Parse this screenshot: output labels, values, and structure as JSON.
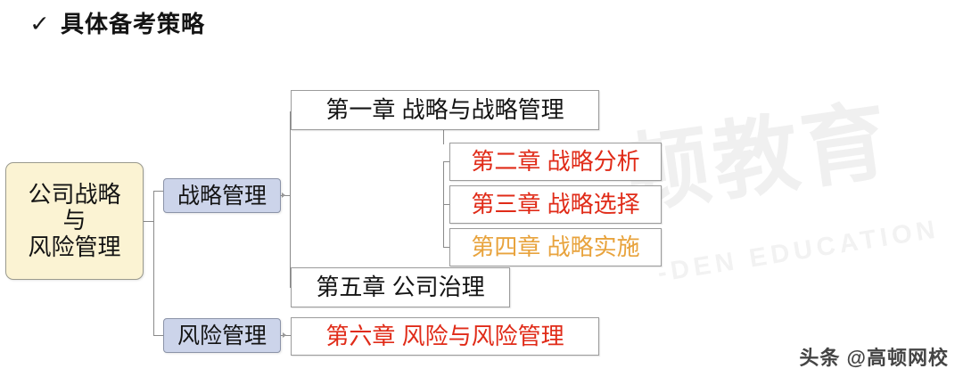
{
  "heading": {
    "check_icon": "✓",
    "title": "具体备考策略"
  },
  "watermarks": {
    "center_cn": "顿教育",
    "center_en": "-DEN EDUCATION",
    "corner": "头条 @高顿网校"
  },
  "colors": {
    "root_fill": "#FBF3D3",
    "branch_fill": "#CCD4EA",
    "chapter_fill": "#FFFFFF",
    "text_black": "#141414",
    "text_red": "#E02B18",
    "text_orange": "#E8A33D",
    "connector": "#8A8A8A",
    "border_gray": "#9B9B9B"
  },
  "diagram": {
    "root": {
      "line1": "公司战略",
      "line2": "与",
      "line3": "风险管理"
    },
    "branches": [
      {
        "label": "战略管理"
      },
      {
        "label": "风险管理"
      }
    ],
    "chapters": [
      {
        "id": "ch1",
        "label": "第一章 战略与战略管理",
        "color": "black"
      },
      {
        "id": "ch2",
        "label": "第二章 战略分析",
        "color": "red"
      },
      {
        "id": "ch3",
        "label": "第三章 战略选择",
        "color": "red"
      },
      {
        "id": "ch4",
        "label": "第四章 战略实施",
        "color": "orange"
      },
      {
        "id": "ch5",
        "label": "第五章 公司治理",
        "color": "black"
      },
      {
        "id": "ch6",
        "label": "第六章 风险与风险管理",
        "color": "red"
      }
    ]
  }
}
